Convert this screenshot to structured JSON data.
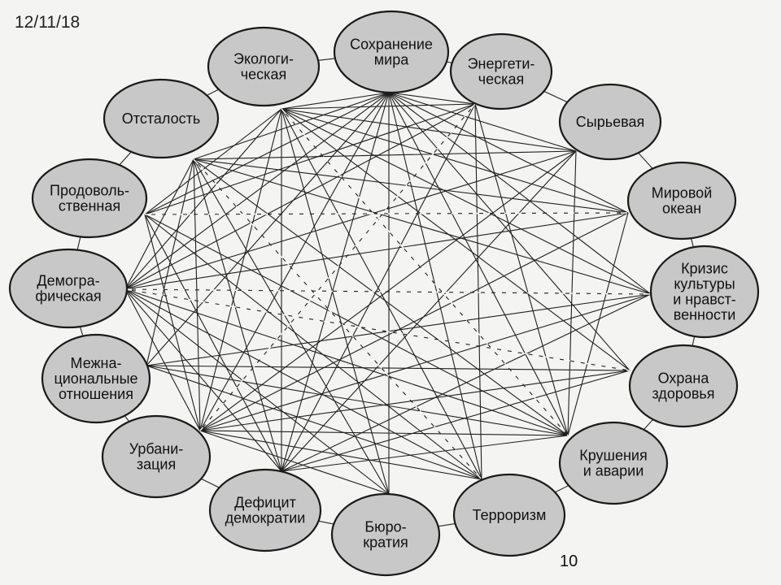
{
  "slide": {
    "date": "12/11/18",
    "page_number": "10"
  },
  "diagram": {
    "nodes": [
      {
        "id": "peace",
        "lines": [
          "Сохранение",
          "мира"
        ]
      },
      {
        "id": "energy",
        "lines": [
          "Энергети-",
          "ческая"
        ]
      },
      {
        "id": "raw",
        "lines": [
          "Сырьевая"
        ]
      },
      {
        "id": "ocean",
        "lines": [
          "Мировой",
          "океан"
        ]
      },
      {
        "id": "culture",
        "lines": [
          "Кризис",
          "культуры",
          "и нравст-",
          "венности"
        ]
      },
      {
        "id": "health",
        "lines": [
          "Охрана",
          "здоровья"
        ]
      },
      {
        "id": "crashes",
        "lines": [
          "Крушения",
          "и аварии"
        ]
      },
      {
        "id": "terror",
        "lines": [
          "Терроризм"
        ]
      },
      {
        "id": "bureau",
        "lines": [
          "Бюро-",
          "кратия"
        ]
      },
      {
        "id": "democracy",
        "lines": [
          "Дефицит",
          "демократии"
        ]
      },
      {
        "id": "urban",
        "lines": [
          "Урбани-",
          "зация"
        ]
      },
      {
        "id": "ethnic",
        "lines": [
          "Межна-",
          "циональные",
          "отношения"
        ]
      },
      {
        "id": "demo",
        "lines": [
          "Демогра-",
          "фическая"
        ]
      },
      {
        "id": "food",
        "lines": [
          "Продоволь-",
          "ственная"
        ]
      },
      {
        "id": "backward",
        "lines": [
          "Отсталость"
        ]
      },
      {
        "id": "eco",
        "lines": [
          "Экологи-",
          "ческая"
        ]
      }
    ],
    "edges": [
      [
        "peace",
        "energy"
      ],
      [
        "peace",
        "raw"
      ],
      [
        "peace",
        "ocean"
      ],
      [
        "peace",
        "culture"
      ],
      [
        "peace",
        "health"
      ],
      [
        "peace",
        "crashes"
      ],
      [
        "peace",
        "terror"
      ],
      [
        "peace",
        "bureau"
      ],
      [
        "peace",
        "democracy"
      ],
      [
        "peace",
        "urban"
      ],
      [
        "peace",
        "ethnic"
      ],
      [
        "peace",
        "demo"
      ],
      [
        "peace",
        "food"
      ],
      [
        "peace",
        "backward"
      ],
      [
        "peace",
        "eco"
      ],
      [
        "eco",
        "energy"
      ],
      [
        "eco",
        "raw"
      ],
      [
        "eco",
        "ocean"
      ],
      [
        "eco",
        "culture"
      ],
      [
        "eco",
        "health"
      ],
      [
        "eco",
        "crashes"
      ],
      [
        "eco",
        "terror"
      ],
      [
        "eco",
        "bureau"
      ],
      [
        "eco",
        "urban"
      ],
      [
        "eco",
        "democracy"
      ],
      [
        "eco",
        "demo"
      ],
      [
        "eco",
        "food"
      ],
      [
        "backward",
        "raw"
      ],
      [
        "backward",
        "ocean"
      ],
      [
        "backward",
        "culture"
      ],
      [
        "backward",
        "crashes"
      ],
      [
        "backward",
        "terror"
      ],
      [
        "backward",
        "urban"
      ],
      [
        "backward",
        "democracy"
      ],
      [
        "backward",
        "demo"
      ],
      [
        "backward",
        "ethnic"
      ],
      [
        "energy",
        "urban"
      ],
      [
        "energy",
        "democracy"
      ],
      [
        "energy",
        "terror"
      ],
      [
        "energy",
        "crashes"
      ],
      [
        "energy",
        "demo"
      ],
      [
        "energy",
        "food"
      ],
      [
        "raw",
        "urban"
      ],
      [
        "raw",
        "demo"
      ],
      [
        "raw",
        "crashes"
      ],
      [
        "raw",
        "democracy"
      ],
      [
        "ocean",
        "demo"
      ],
      [
        "ocean",
        "urban"
      ],
      [
        "ocean",
        "crashes"
      ],
      [
        "ocean",
        "food"
      ],
      [
        "culture",
        "demo"
      ],
      [
        "culture",
        "urban"
      ],
      [
        "culture",
        "democracy"
      ],
      [
        "culture",
        "ethnic"
      ],
      [
        "health",
        "demo"
      ],
      [
        "health",
        "urban"
      ],
      [
        "health",
        "ethnic"
      ],
      [
        "health",
        "democracy"
      ],
      [
        "crashes",
        "urban"
      ],
      [
        "crashes",
        "ethnic"
      ],
      [
        "crashes",
        "demo"
      ],
      [
        "crashes",
        "food"
      ],
      [
        "crashes",
        "democracy"
      ],
      [
        "terror",
        "urban"
      ],
      [
        "terror",
        "demo"
      ],
      [
        "terror",
        "food"
      ],
      [
        "terror",
        "ethnic"
      ],
      [
        "bureau",
        "urban"
      ],
      [
        "bureau",
        "demo"
      ],
      [
        "bureau",
        "backward"
      ],
      [
        "democracy",
        "demo"
      ],
      [
        "democracy",
        "food"
      ],
      [
        "urban",
        "food"
      ],
      [
        "urban",
        "demo"
      ]
    ],
    "dashed_edges": [
      [
        "food",
        "ocean"
      ],
      [
        "demo",
        "culture"
      ],
      [
        "demo",
        "health"
      ],
      [
        "eco",
        "crashes"
      ],
      [
        "energy",
        "urban"
      ],
      [
        "backward",
        "terror"
      ]
    ]
  }
}
